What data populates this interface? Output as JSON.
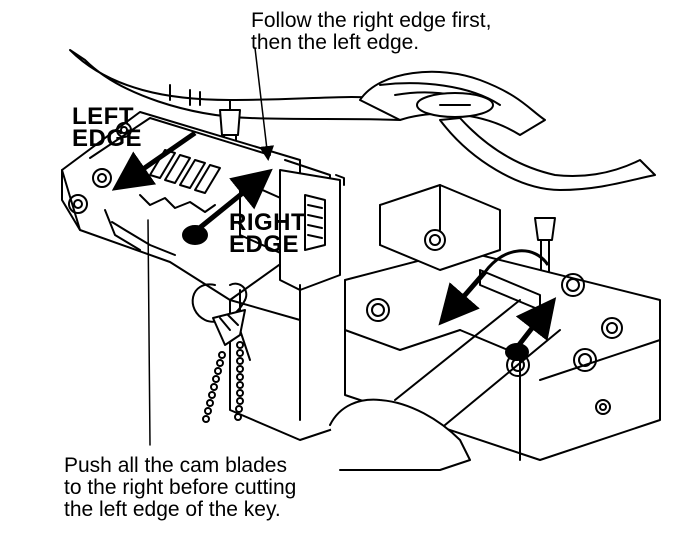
{
  "callouts": {
    "top": {
      "line1": "Follow the right edge first,",
      "line2": "then the left edge."
    },
    "bottom": {
      "line1": "Push all the cam blades",
      "line2": "to the right before cutting",
      "line3": "the left edge of the key."
    }
  },
  "labels": {
    "left_edge": {
      "line1": "LEFT",
      "line2": "EDGE"
    },
    "right_edge": {
      "line1": "RIGHT",
      "line2": "EDGE"
    }
  },
  "colors": {
    "ink": "#000000",
    "paper": "#ffffff"
  }
}
